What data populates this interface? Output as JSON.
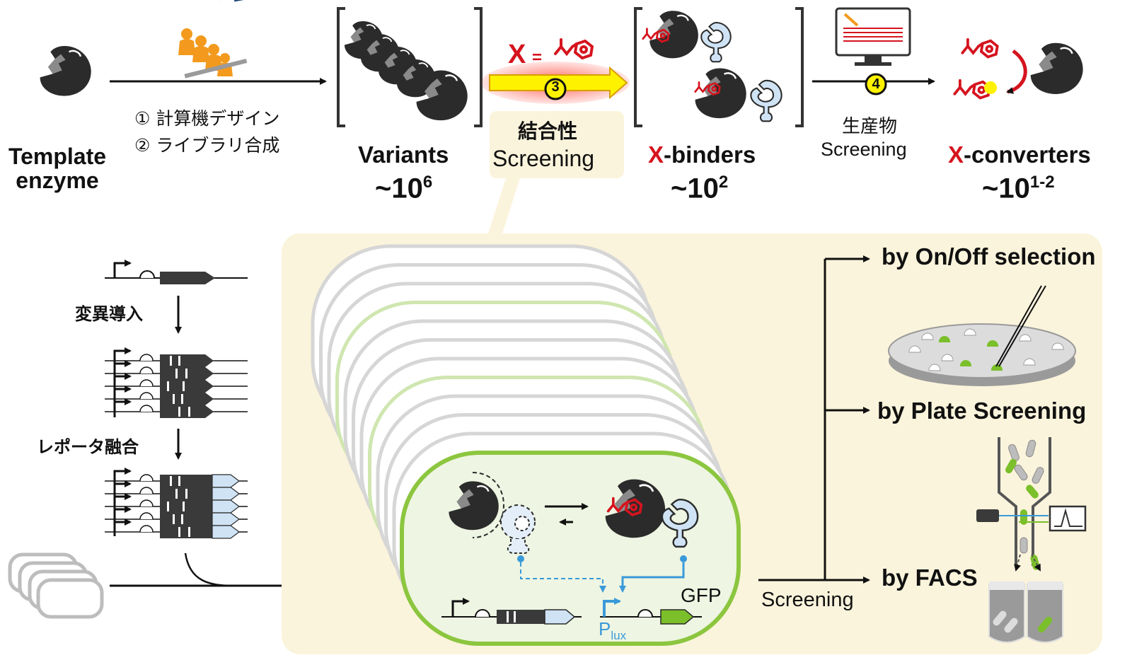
{
  "top": {
    "template_label": [
      "Template",
      "enzyme"
    ],
    "step_1": "① 計算機デザイン",
    "step_2": "② ライブラリ合成",
    "variants_label": "Variants",
    "variants_count": "~10",
    "variants_exp": "6",
    "x_symbol": "X",
    "x_equals": "=",
    "step_3_number": "3",
    "binding_jp": "結合性",
    "binding_en": "Screening",
    "binders_prefix": "X",
    "binders_label": "-binders",
    "binders_count": "~10",
    "binders_exp": "2",
    "step_4_number": "4",
    "product_jp": "生産物",
    "product_en": "Screening",
    "converters_prefix": "X",
    "converters_label": "-converters",
    "converters_count": "~10",
    "converters_exp": "1-2"
  },
  "left": {
    "mutagenesis": "変異導入",
    "reporter_fusion": "レポータ融合"
  },
  "cell": {
    "gfp_label": "GFP",
    "plux_main": "P",
    "plux_sub": "lux"
  },
  "right": {
    "screening_label": "Screening",
    "onoff": "by On/Off selection",
    "plate": "by Plate Screening",
    "facs": "by FACS"
  },
  "colors": {
    "enzyme": "#2b2b2b",
    "accent_red": "#d5141e",
    "panel_bg": "#fbf4dc",
    "cell_green": "#8cc63f",
    "reporter_blue": "#3a9ad9",
    "arrow_yellow": "#fff200"
  }
}
